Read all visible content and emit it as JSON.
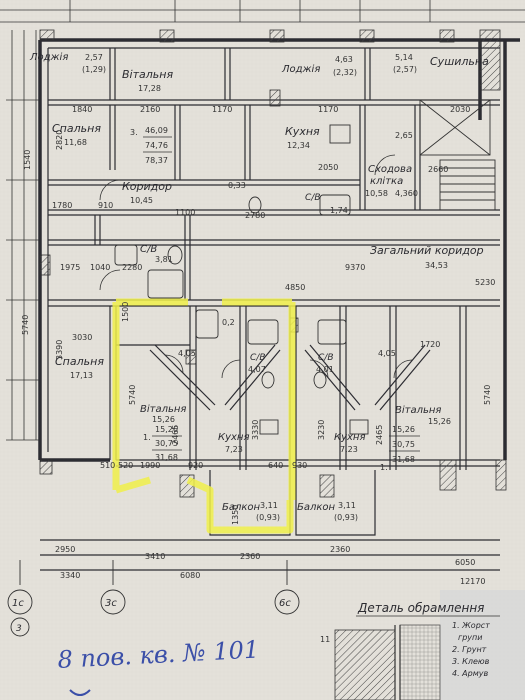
{
  "plan": {
    "top_rooms": {
      "lodzhia_left": "Лоджія",
      "lodzhia_left_area": "2,57",
      "lodzhia_left_area2": "(1,29)",
      "vitalnia_top": "Вітальня",
      "vitalnia_top_area": "17,28",
      "lodzhia_mid": "Лоджія",
      "lodzhia_mid_area": "4,63",
      "lodzhia_mid_area2": "(2,32)",
      "sushylna": "Сушильна",
      "sushylna_area": "5,14",
      "sushylna_area2": "(2,57)",
      "spalnia_top": "Спальня",
      "spalnia_top_area": "11,68",
      "kukhnia_top": "Кухня",
      "kukhnia_top_area": "12,34",
      "apt3_num": "3.",
      "apt3_a": "46,09",
      "apt3_b": "74,76",
      "apt3_c": "78,37",
      "korydor": "Коридор",
      "korydor_area": "10,45",
      "skhodova": "Сходова",
      "klitka": "клітка",
      "klitka_area": "10,58",
      "klitka_h": "4,360",
      "sv_top": "С/В",
      "sv_top_area": "3,81",
      "sv_top2": "С/В",
      "sv_top2_area": "1,74",
      "small_033": "0,33",
      "room_265": "2,65",
      "zag_korydor": "Загальний коридор",
      "zag_korydor_area": "34,53"
    },
    "apt1_left": {
      "spalnia": "Спальня",
      "spalnia_area": "17,13",
      "vitalnia": "Вітальня",
      "vitalnia_area": "15,26",
      "num": "1.",
      "a": "15,26",
      "b": "30,75",
      "c": "31,68",
      "kukhnia": "Кухня",
      "kukhnia_area": "7,23",
      "sv": "С/В",
      "sv_area": "4,07",
      "balkon": "Балкон",
      "balkon_area": "3,11",
      "balkon_area2": "(0,93)",
      "small_405": "4,05",
      "small_02": "0,2"
    },
    "apt1_right": {
      "vitalnia": "Вітальня",
      "vitalnia_area": "15,26",
      "num": "1.",
      "a": "15,26",
      "b": "30,75",
      "c": "31,68",
      "kukhnia": "Кухня",
      "kukhnia_area": "7,23",
      "sv": "С/В",
      "sv_area": "4,01",
      "balkon": "Балкон",
      "balkon_area": "3,11",
      "balkon_area2": "(0,93)",
      "small_405": "4,05"
    },
    "dims": {
      "d5740_l": "5740",
      "d3390": "3390",
      "d3030": "3030",
      "d5740_m": "5740",
      "d5740_r": "5740",
      "d4850": "4850",
      "d9370": "9370",
      "d5230": "5230",
      "d1975": "1975",
      "d1040": "1040",
      "d2280": "2280",
      "d2950": "2950",
      "d3410": "3410",
      "d2360a": "2360",
      "d2360b": "2360",
      "d3340": "3340",
      "d6080": "6080",
      "d6050": "6050",
      "d12170": "12170",
      "d1840": "1840",
      "d2160": "2160",
      "d1170a": "1170",
      "d1170b": "1170",
      "d2050": "2050",
      "d2780": "2780",
      "d2820": "2820",
      "d1540": "1540",
      "d1780": "1780",
      "d910": "910",
      "d1100": "1100",
      "d2660": "2660",
      "d2030": "2030",
      "d1990": "1990",
      "d2465a": "2465",
      "d2465b": "2465",
      "d3330": "3330",
      "d3230": "3230",
      "d1720": "1720",
      "d1500": "1500",
      "d510": "510",
      "d520": "520",
      "d920": "920",
      "d930": "930",
      "d640": "640",
      "d1350": "1350"
    },
    "axes": {
      "a1c": "1с",
      "a3c": "3с",
      "a6c": "6с",
      "a3": "3"
    },
    "detail": {
      "title": "Деталь обрамлення",
      "legend": [
        "1. Жорст",
        "групи",
        "2. Грунт",
        "3. Клеюв",
        "4. Армув"
      ],
      "num": "11"
    },
    "handwritten_note": "8 пов. кв. № 101"
  },
  "colors": {
    "paper": "#e6e3dc",
    "ink": "#2c2c32",
    "highlight": "#f2f24a",
    "handwriting": "#3b4fa8"
  }
}
